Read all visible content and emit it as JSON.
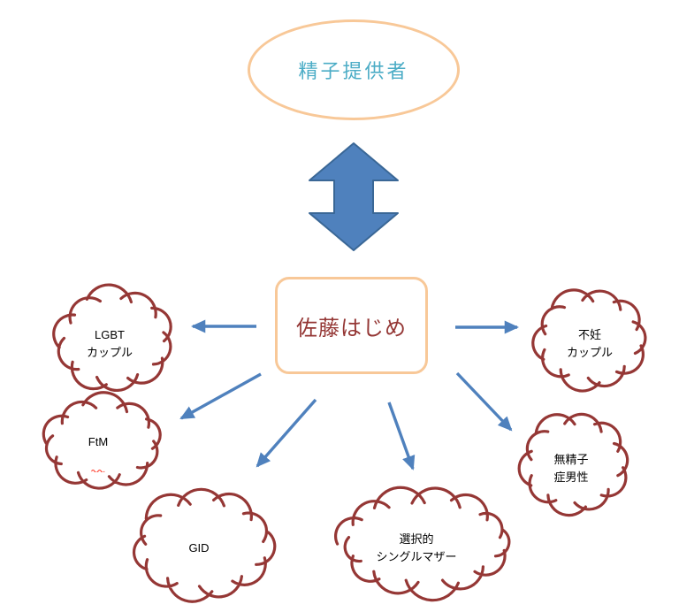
{
  "diagram": {
    "top_node": {
      "id": "sperm-donor",
      "label": "精子提供者"
    },
    "center_node": {
      "id": "sato-hajime",
      "label": "佐藤はじめ"
    },
    "cloud_nodes": [
      {
        "id": "lgbt-couple",
        "label": "LGBT\nカップル"
      },
      {
        "id": "infertile-couple",
        "label": "不妊\nカップル"
      },
      {
        "id": "ftm",
        "label": "FtM",
        "spellcheck_underline": true
      },
      {
        "id": "gid",
        "label": "GID"
      },
      {
        "id": "selective-single-mother",
        "label": "選択的\nシングルマザー"
      },
      {
        "id": "azoospermia-male",
        "label": "無精子\n症男性"
      }
    ],
    "connections": [
      {
        "from": "sperm-donor",
        "to": "sato-hajime",
        "type": "double-arrow"
      },
      {
        "from": "sato-hajime",
        "to": "lgbt-couple",
        "type": "arrow"
      },
      {
        "from": "sato-hajime",
        "to": "infertile-couple",
        "type": "arrow"
      },
      {
        "from": "sato-hajime",
        "to": "ftm",
        "type": "arrow"
      },
      {
        "from": "sato-hajime",
        "to": "gid",
        "type": "arrow"
      },
      {
        "from": "sato-hajime",
        "to": "selective-single-mother",
        "type": "arrow"
      },
      {
        "from": "sato-hajime",
        "to": "azoospermia-male",
        "type": "arrow"
      }
    ],
    "colors": {
      "node_border": "#F8C898",
      "top_node_text": "#4BACC6",
      "center_node_text": "#943634",
      "cloud_outline": "#953735",
      "cloud_text": "#000000",
      "arrow": "#4F81BD",
      "double_arrow_fill": "#4F81BD",
      "double_arrow_border": "#3A6796",
      "spellcheck_squiggle": "#FF4F3F"
    }
  }
}
